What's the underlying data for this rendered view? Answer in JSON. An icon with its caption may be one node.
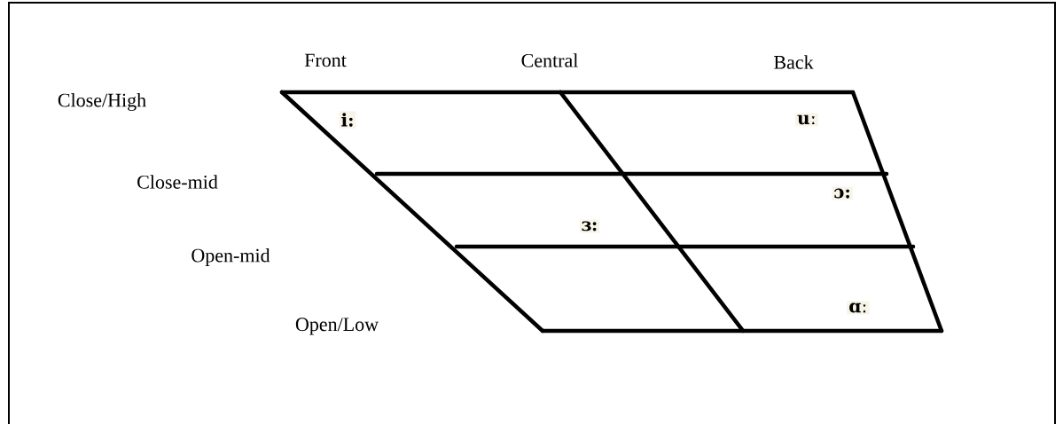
{
  "diagram": {
    "labels": [
      "Front",
      "Central",
      "Back",
      "Close/High",
      "i:",
      "uː",
      "Close-mid",
      "ɔ:",
      "ɜ:",
      "Open-mid",
      "Open/Low",
      "ɑː"
    ]
  }
}
